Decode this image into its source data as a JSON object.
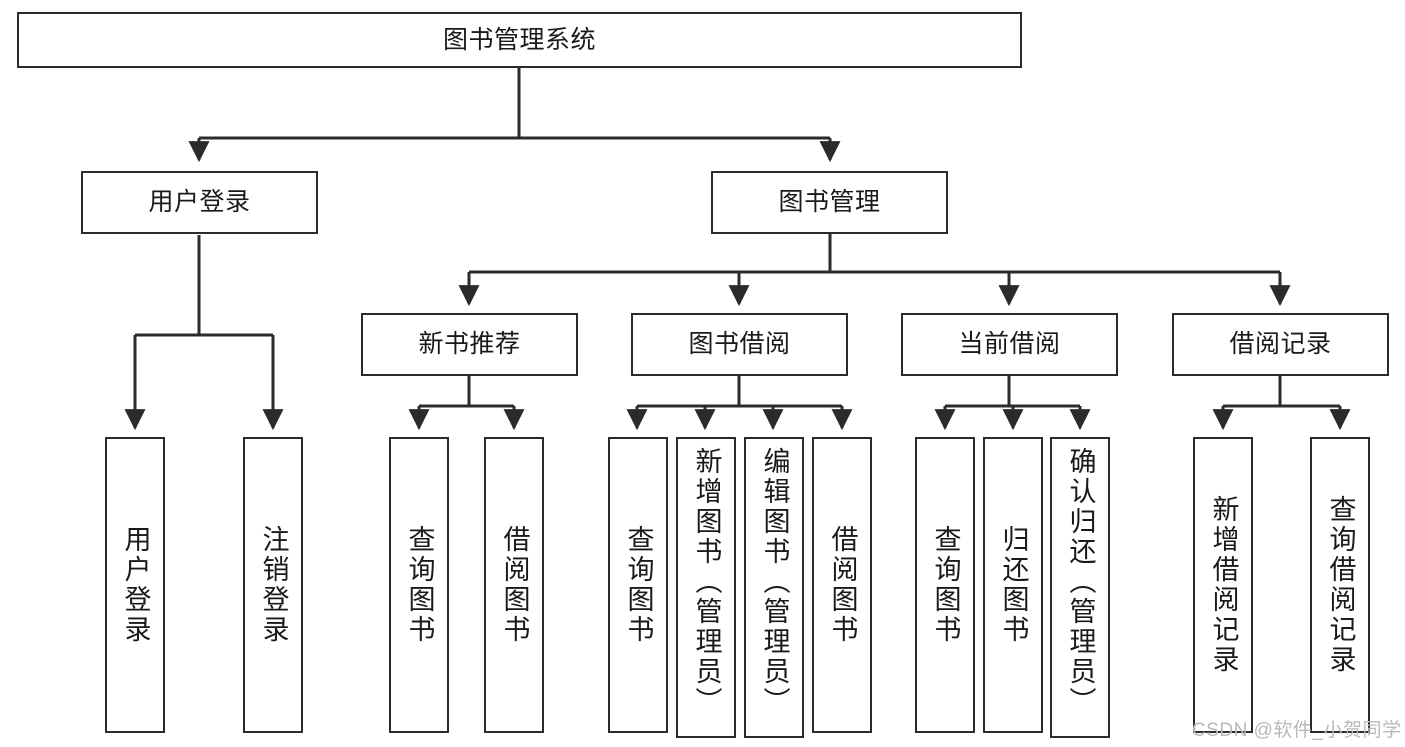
{
  "diagram": {
    "type": "tree",
    "title": "图书管理系统",
    "orientation": "top-down",
    "colors": {
      "box_border": "#2b2b2b",
      "box_fill": "#ffffff",
      "connector": "#2b2b2b",
      "text": "#1a1a1a",
      "watermark": "#b9b9b9"
    }
  },
  "nodes": {
    "root": {
      "label": "图书管理系统"
    },
    "level1": [
      {
        "label": "用户登录"
      },
      {
        "label": "图书管理"
      }
    ],
    "level2": [
      {
        "label": "新书推荐"
      },
      {
        "label": "图书借阅"
      },
      {
        "label": "当前借阅"
      },
      {
        "label": "借阅记录"
      }
    ],
    "leaves": {
      "user_login": [
        {
          "label": "用户登录"
        },
        {
          "label": "注销登录"
        }
      ],
      "new_book_recommend": [
        {
          "label": "查询图书"
        },
        {
          "label": "借阅图书"
        }
      ],
      "book_borrow": [
        {
          "label": "查询图书"
        },
        {
          "label": "新增图书（管理员）"
        },
        {
          "label": "编辑图书（管理员）"
        },
        {
          "label": "借阅图书"
        }
      ],
      "current_borrow": [
        {
          "label": "查询图书"
        },
        {
          "label": "归还图书"
        },
        {
          "label": "确认归还（管理员）"
        }
      ],
      "borrow_record": [
        {
          "label": "新增借阅记录"
        },
        {
          "label": "查询借阅记录"
        }
      ]
    }
  },
  "watermark": {
    "text": "CSDN @软件_小贺同学"
  }
}
